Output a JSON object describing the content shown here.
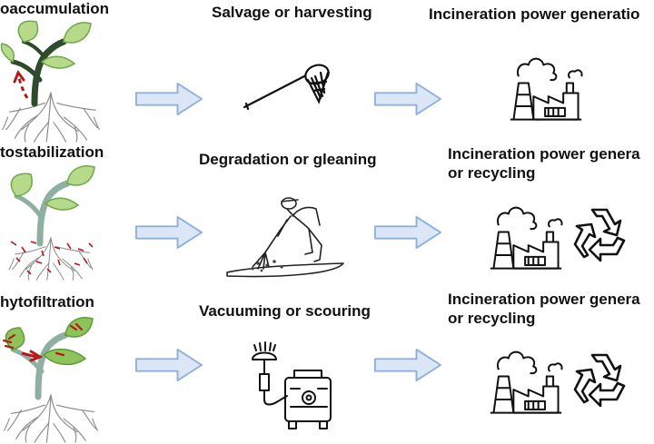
{
  "rows": [
    {
      "mechanism": "oaccumulation",
      "management": "Salvage or harvesting",
      "disposal_line1": "Incineration power generatio",
      "disposal_line2": ""
    },
    {
      "mechanism": "tostabilization",
      "management": "Degradation or gleaning",
      "disposal_line1": "Incineration power genera",
      "disposal_line2": "or recycling"
    },
    {
      "mechanism": "hytofiltration",
      "management": "Vacuuming or scouring",
      "disposal_line1": "Incineration power genera",
      "disposal_line2": "or recycling"
    }
  ],
  "icons": {
    "plant": "plant-icon",
    "arrow": "right-arrow-icon",
    "net": "insect-net-icon",
    "sweeper": "person-sweeping-icon",
    "vacuum": "vacuum-machine-icon",
    "factory": "power-plant-icon",
    "recycle": "recycle-icon"
  },
  "colors": {
    "arrow_fill": "#dbe7f7",
    "arrow_stroke": "#8fb0dc",
    "leaf_light": "#b6d98a",
    "leaf_dark": "#6fa84a",
    "stem_dark": "#2f4a2c",
    "stem_light": "#8fb0a0",
    "contaminant": "#b31b1b"
  }
}
